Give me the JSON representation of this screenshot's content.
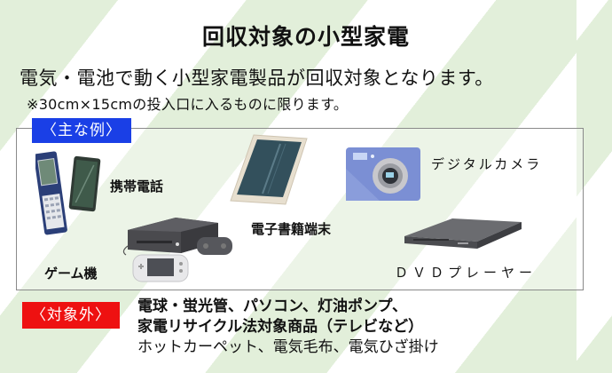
{
  "header": {
    "title": "回収対象の小型家電"
  },
  "intro": {
    "lead": "電気・電池で動く小型家電製品が回収対象となります。",
    "note": "※30cm×15cmの投入口に入るものに限ります。"
  },
  "examples": {
    "tag": "〈主な例〉",
    "items": [
      {
        "label": "携帯電話",
        "icon": "mobile-phone-icon"
      },
      {
        "label": "電子書籍端末",
        "icon": "ebook-reader-icon"
      },
      {
        "label": "デジタルカメラ",
        "icon": "digital-camera-icon"
      },
      {
        "label": "ゲーム機",
        "icon": "game-console-icon"
      },
      {
        "label": "ＤＶＤプレーヤー",
        "icon": "dvd-player-icon"
      }
    ]
  },
  "excluded": {
    "tag": "〈対象外〉",
    "lines": [
      "電球・蛍光管、パソコン、灯油ポンプ、",
      "家電リサイクル法対象商品（テレビなど）",
      "ホットカーペット、電気毛布、電気ひざ掛け"
    ]
  },
  "colors": {
    "stripe_green": "#e2efda",
    "example_tag_bg": "#1a3fe6",
    "excluded_tag_bg": "#ee1111"
  }
}
